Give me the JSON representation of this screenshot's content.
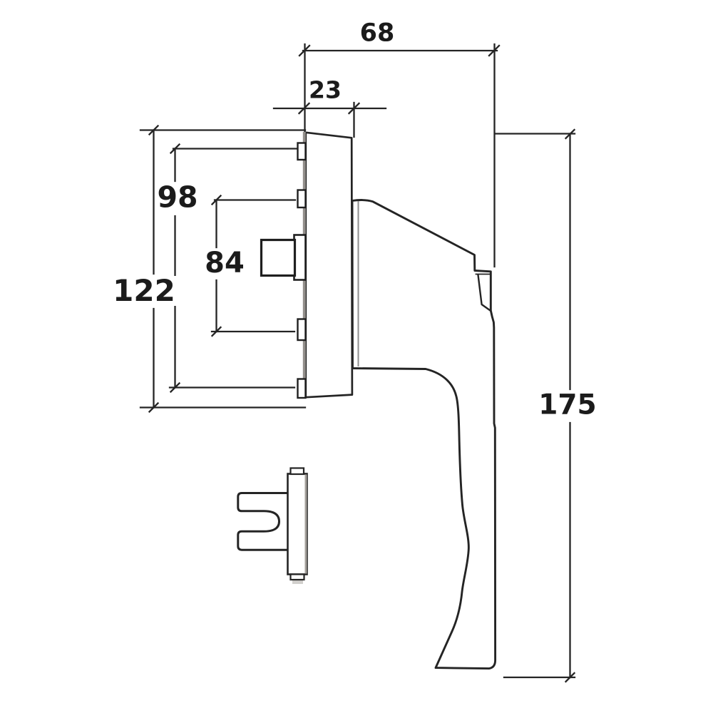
{
  "drawing": {
    "type": "technical-dimension-drawing",
    "subject": "window handle side profile with backplate and mounting clip",
    "background_color": "#ffffff",
    "line_color": "#242424",
    "shadow_gray": "#938f8b"
  },
  "dimensions": {
    "total_depth": "68",
    "plate_depth": "23",
    "hole_spacing_outer": "98",
    "hole_spacing_inner": "84",
    "plate_height": "122",
    "overall_height": "175"
  }
}
